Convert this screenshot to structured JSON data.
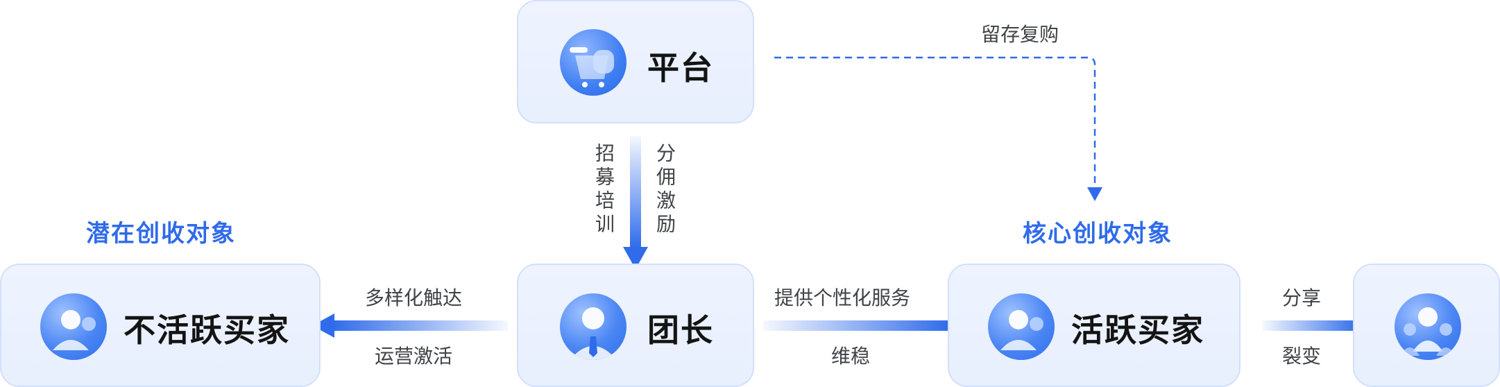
{
  "groups": {
    "potential": "潜在创收对象",
    "core": "核心创收对象"
  },
  "nodes": {
    "platform": "平台",
    "leader": "团长",
    "inactive": "不活跃买家",
    "active": "活跃买家",
    "shared": ""
  },
  "edges": {
    "recruit": [
      "招",
      "募",
      "培",
      "训"
    ],
    "commission": [
      "分",
      "佣",
      "激",
      "励"
    ],
    "reach_top": "多样化触达",
    "reach_bottom": "运营激活",
    "service_top": "提供个性化服务",
    "service_bottom": "维稳",
    "retain": "留存复购",
    "share_top": "分享",
    "share_bottom": "裂变"
  },
  "colors": {
    "accent": "#2f6bea",
    "box_fill": "#eef3ff",
    "box_border": "#d3e0fb"
  }
}
